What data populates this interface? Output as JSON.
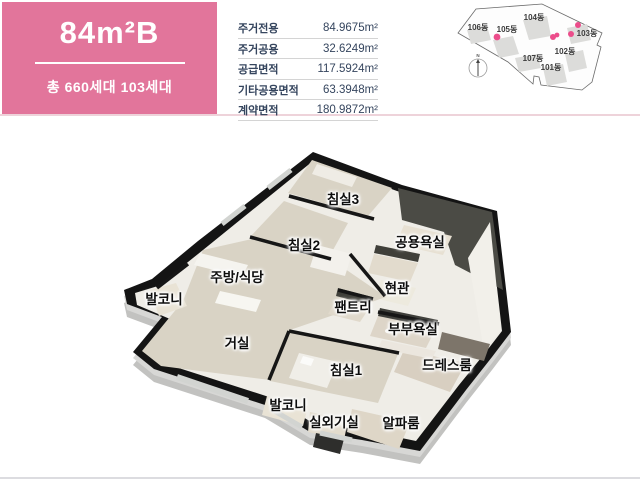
{
  "header": {
    "title": "84m²B",
    "subtitle": "총 660세대 103세대"
  },
  "spec_table": {
    "rows": [
      {
        "label": "주거전용",
        "value": "84.9675m²"
      },
      {
        "label": "주거공용",
        "value": "32.6249m²"
      },
      {
        "label": "공급면적",
        "value": "117.5924m²"
      },
      {
        "label": "기타공용면적",
        "value": "63.3948m²"
      },
      {
        "label": "계약면적",
        "value": "180.9872m²"
      }
    ]
  },
  "site_map": {
    "compass_label": "N",
    "buildings": [
      {
        "label": "106동"
      },
      {
        "label": "105동"
      },
      {
        "label": "104동"
      },
      {
        "label": "103동"
      },
      {
        "label": "102동"
      },
      {
        "label": "107동"
      },
      {
        "label": "101동"
      }
    ]
  },
  "floor_plan": {
    "rooms": [
      {
        "name": "침실3"
      },
      {
        "name": "침실2"
      },
      {
        "name": "공용욕실"
      },
      {
        "name": "주방/식당"
      },
      {
        "name": "발코니"
      },
      {
        "name": "현관"
      },
      {
        "name": "팬트리"
      },
      {
        "name": "부부욕실"
      },
      {
        "name": "거실"
      },
      {
        "name": "드레스룸"
      },
      {
        "name": "침실1"
      },
      {
        "name": "발코니"
      },
      {
        "name": "실외기실"
      },
      {
        "name": "알파룸"
      }
    ]
  },
  "colors": {
    "accent_pink": "#e2759b",
    "divider_pink": "#eed3da",
    "table_text": "#35455e",
    "site_highlight": "#ec4d8b"
  }
}
